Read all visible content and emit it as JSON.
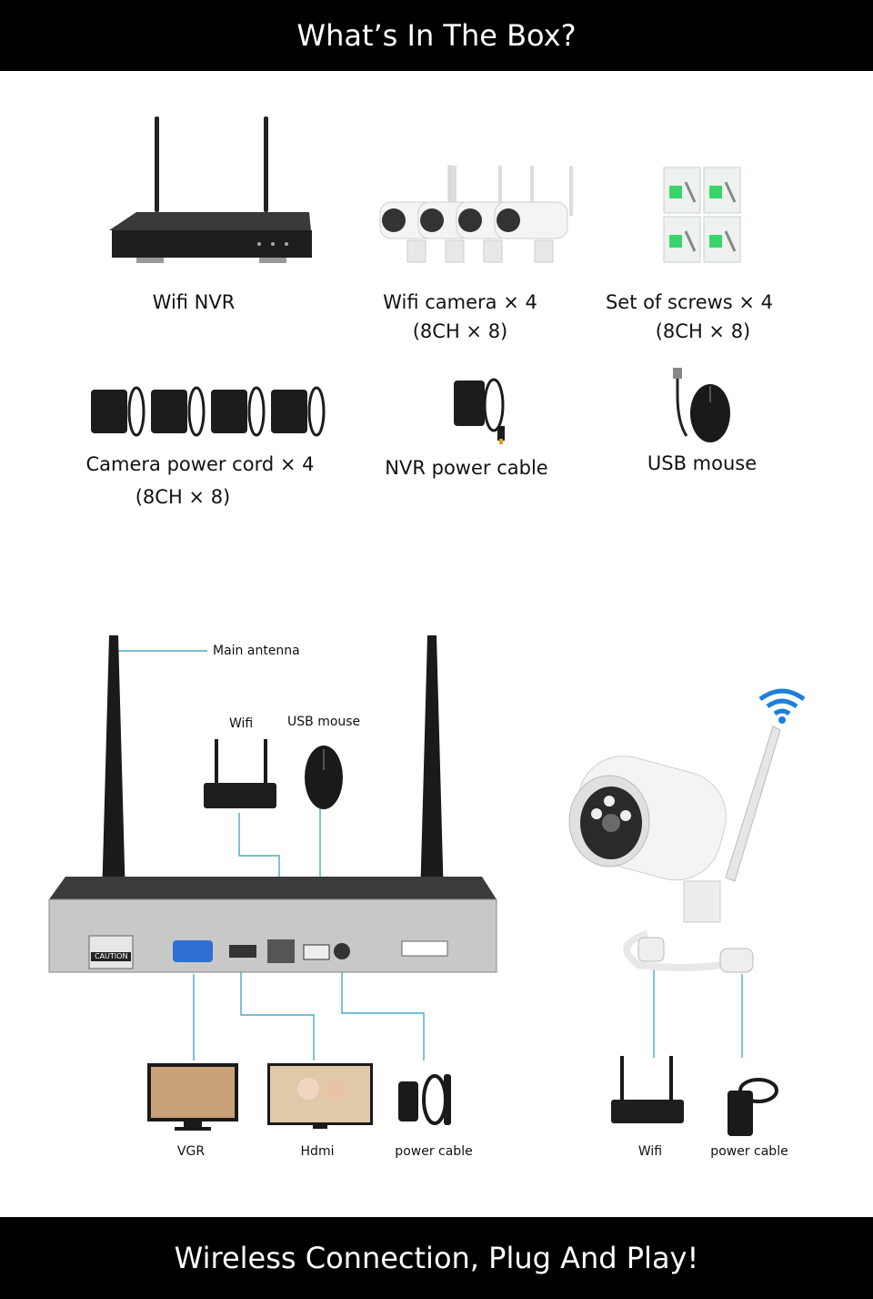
{
  "header": {
    "title": "What’s In The Box?"
  },
  "box_items": [
    {
      "name": "Wifi NVR",
      "qty": ""
    },
    {
      "name": "Wifi camera × 4",
      "qty": "(8CH × 8)"
    },
    {
      "name": "Set of screws × 4",
      "qty": "(8CH × 8)"
    },
    {
      "name": "Camera power cord × 4",
      "qty": "(8CH × 8)"
    },
    {
      "name": "NVR power cable",
      "qty": ""
    },
    {
      "name": "USB mouse",
      "qty": ""
    }
  ],
  "diagram": {
    "main_antenna": "Main antenna",
    "wifi": "Wifi",
    "usb_mouse": "USB mouse",
    "vgr": "VGR",
    "hdmi": "Hdmi",
    "power_cable": "power cable",
    "cam_wifi": "Wifi",
    "cam_power_cable": "power cable",
    "panel_caution": "CAUTION"
  },
  "footer": {
    "title": "Wireless Connection, Plug And Play!"
  },
  "colors": {
    "banner": "#000000",
    "connector_line": "#4aa8c8"
  }
}
